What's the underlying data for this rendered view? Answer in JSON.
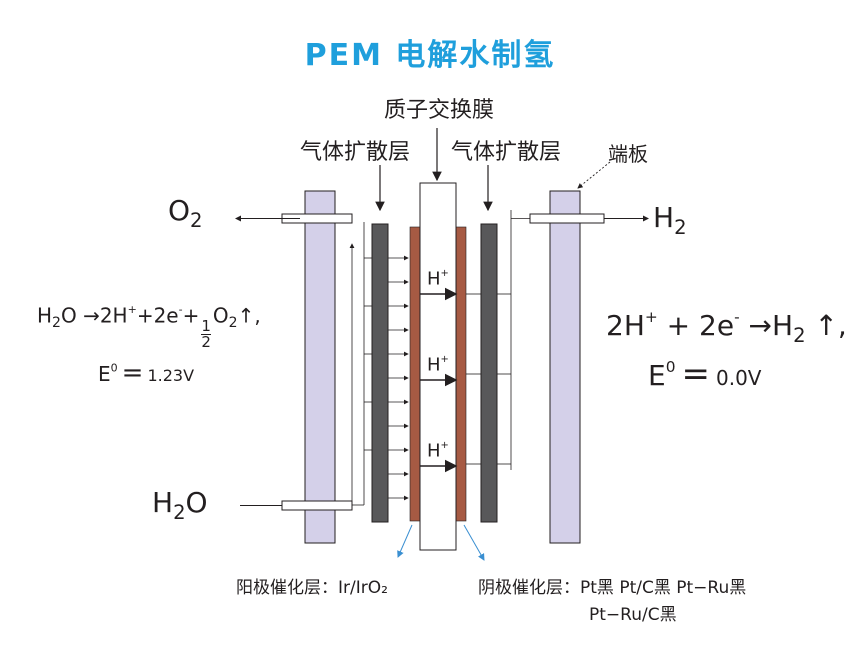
{
  "title": "PEM 电解水制氢",
  "labels": {
    "membrane": "质子交换膜",
    "gdl_left": "气体扩散层",
    "gdl_right": "气体扩散层",
    "end_plate": "端板",
    "o2": "O",
    "o2_sub": "2",
    "h2": "H",
    "h2_sub": "2",
    "h2o_h": "H",
    "h2o_sub": "2",
    "h2o_o": "O",
    "proton": "H",
    "proton_sup": "+"
  },
  "anode_equation": {
    "a": "H",
    "a_sub": "2",
    "b": "O →2H",
    "b_sup": "+",
    "c": "+2e",
    "c_sup": "-",
    "d": "+",
    "frac_num": "1",
    "frac_den": "2",
    "e": "O",
    "e_sub": "2",
    "f": "↑,",
    "potential_e": "E",
    "potential_sup": "0",
    "potential_eq": "=",
    "potential_val": "1.23V"
  },
  "cathode_equation": {
    "a": "2H",
    "a_sup": "+",
    "b": " + 2e",
    "b_sup": "-",
    "c": " →H",
    "c_sub": "2",
    "d": " ↑,",
    "potential_e": "E",
    "potential_sup": "0",
    "potential_eq": "=",
    "potential_val": "0.0V"
  },
  "anode_catalyst": "阳极催化层：Ir/IrO₂",
  "cathode_catalyst": "阴极催化层：Pt黑 Pt/C黑  Pt−Ru黑",
  "cathode_catalyst_2": "Pt−Ru/C黑",
  "colors": {
    "title": "#1f9fdc",
    "end_plate": "#d4d0e9",
    "gdl": "#58585a",
    "catalyst": "#a65a43",
    "membrane": "#ffffff",
    "pointer": "#3a8fd1"
  }
}
